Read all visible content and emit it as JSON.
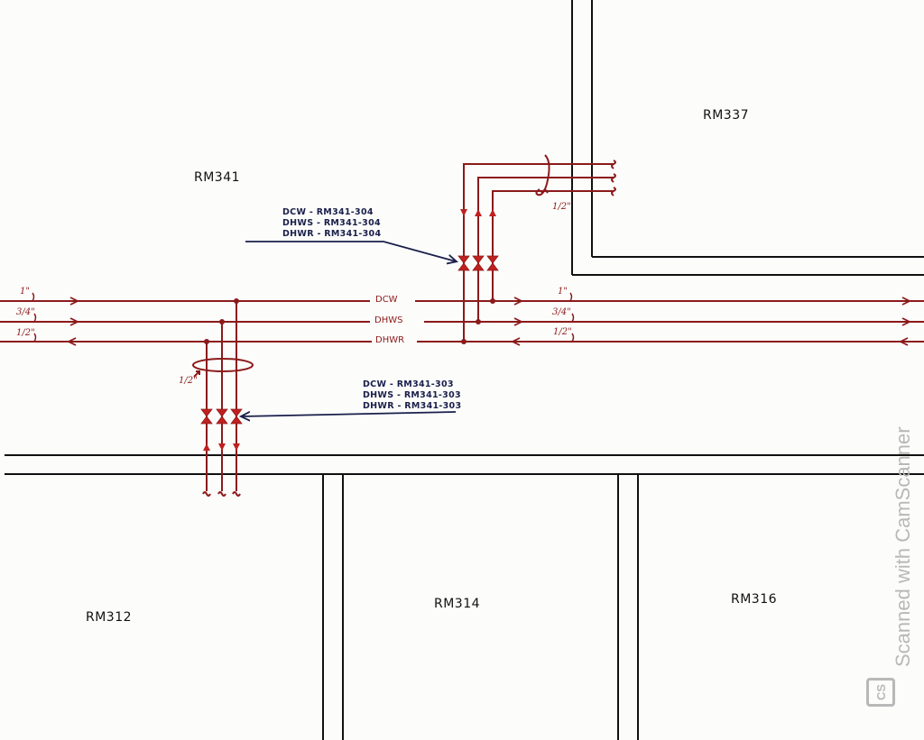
{
  "drawing": {
    "type": "plumbing floor plan (hand-drawn, scanned)",
    "colors": {
      "pipe": "#8b1a1a",
      "wall": "#111111",
      "leader": "#1a1f4a",
      "paper": "#fcfcfb",
      "watermark": "#b8b8b8"
    },
    "rooms": [
      {
        "id": "rm341",
        "label": "RM341"
      },
      {
        "id": "rm337",
        "label": "RM337"
      },
      {
        "id": "rm312",
        "label": "RM312"
      },
      {
        "id": "rm314",
        "label": "RM314"
      },
      {
        "id": "rm316",
        "label": "RM316"
      }
    ],
    "mains": {
      "left_sizes": [
        "1\"",
        "3/4\"",
        "1/2\""
      ],
      "right_sizes": [
        "1\"",
        "3/4\"",
        "1/2\""
      ],
      "names": [
        "DCW",
        "DHWS",
        "DHWR"
      ]
    },
    "branch_upper": {
      "size": "1/2\"",
      "note": [
        "DCW - RM341-304",
        "DHWS - RM341-304",
        "DHWR - RM341-304"
      ]
    },
    "branch_lower": {
      "size": "1/2\"",
      "note": [
        "DCW - RM341-303",
        "DHWS - RM341-303",
        "DHWR - RM341-303"
      ]
    }
  },
  "watermark": {
    "text": "Scanned with CamScanner",
    "logo": "CS"
  }
}
